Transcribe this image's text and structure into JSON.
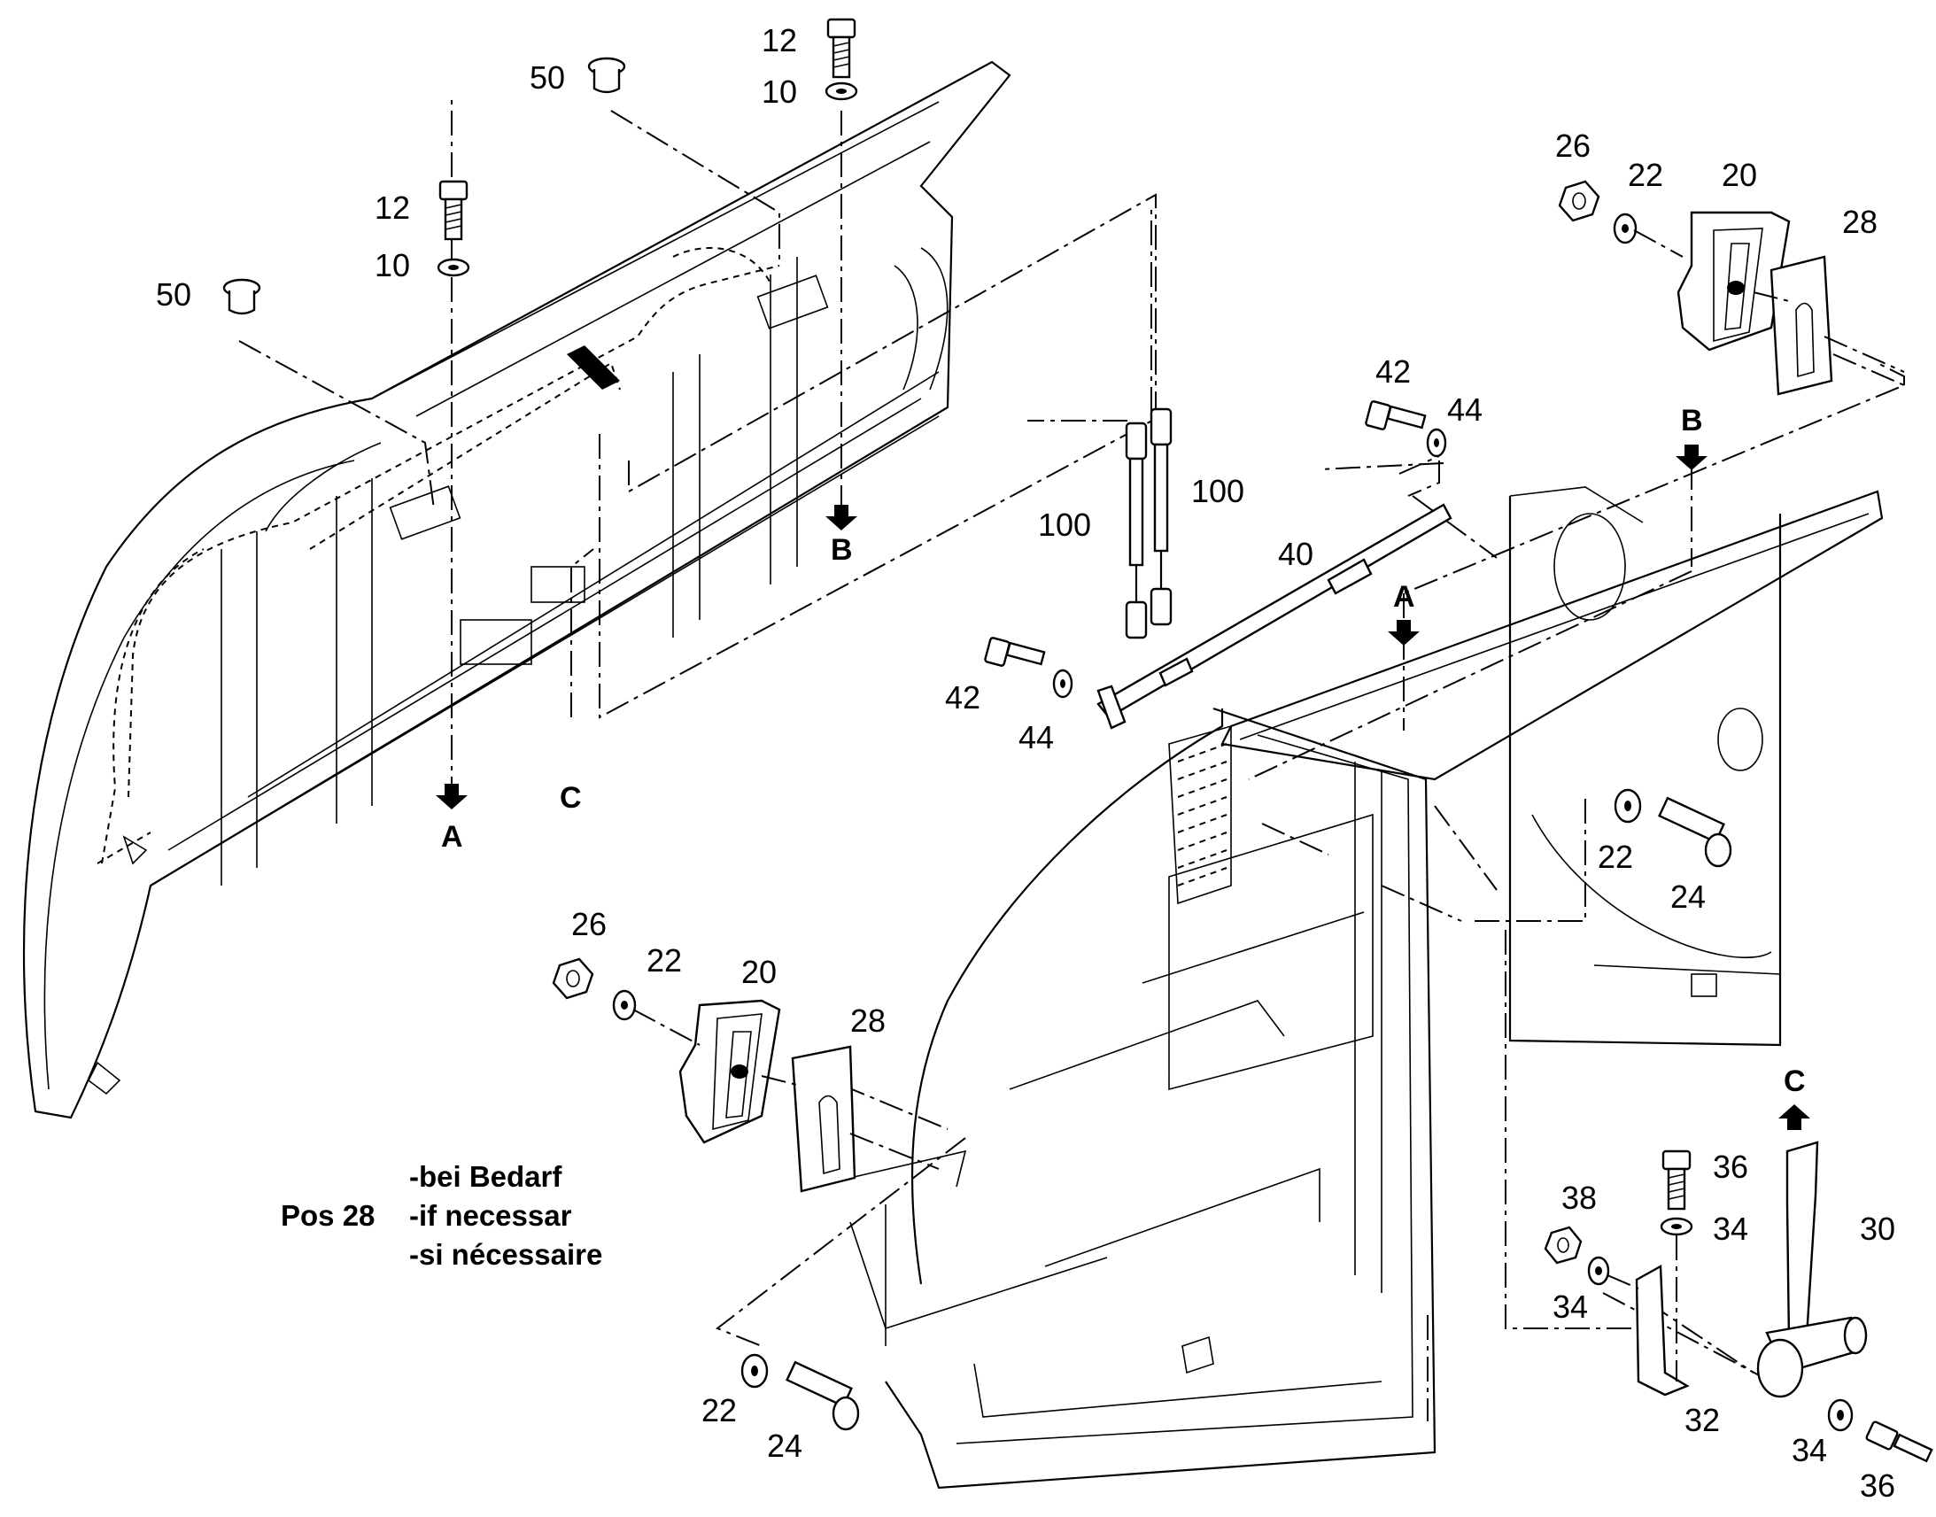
{
  "part_labels": {
    "l12a": "12",
    "l10a": "10",
    "l50a": "50",
    "l12b": "12",
    "l10b": "10",
    "l50b": "50",
    "l26a": "26",
    "l22a": "22",
    "l20a": "20",
    "l28a": "28",
    "l42a": "42",
    "l44a": "44",
    "l100a": "100",
    "l100b": "100",
    "l40": "40",
    "l42b": "42",
    "l44b": "44",
    "l22b": "22",
    "l24a": "24",
    "l26b": "26",
    "l22c": "22",
    "l20b": "20",
    "l28b": "28",
    "l22d": "22",
    "l24b": "24",
    "l36a": "36",
    "l38": "38",
    "l34a": "34",
    "l34b": "34",
    "l30": "30",
    "l32": "32",
    "l34c": "34",
    "l36b": "36"
  },
  "reference_marks": {
    "a_hood": "A",
    "b_hood": "B",
    "c_hood": "C",
    "a_frame": "A",
    "b_frame": "B",
    "c_latch": "C"
  },
  "note": {
    "pos": "Pos 28",
    "line1": "-bei Bedarf",
    "line2": "-if necessar",
    "line3": "-si nécessaire"
  },
  "icons": [
    "bolt-icon",
    "washer-icon",
    "plug-icon",
    "nut-icon",
    "bracket-icon",
    "shim-icon",
    "gas-spring-icon",
    "rod-icon",
    "latch-icon",
    "arrow-down-icon",
    "arrow-up-icon"
  ]
}
